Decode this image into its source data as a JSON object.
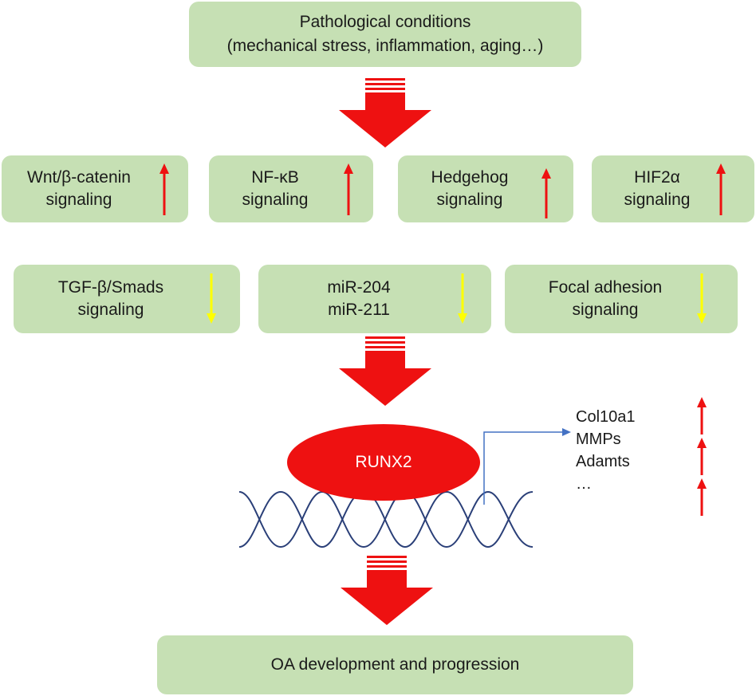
{
  "top": {
    "line1": "Pathological conditions",
    "line2": "(mechanical stress, inflammation, aging…)"
  },
  "upregulated": [
    {
      "line1": "Wnt/β-catenin",
      "line2": "signaling"
    },
    {
      "line1": "NF-κB",
      "line2": "signaling"
    },
    {
      "line1": "Hedgehog",
      "line2": "signaling"
    },
    {
      "line1": "HIF2α",
      "line2": "signaling"
    }
  ],
  "downregulated": [
    {
      "line1": "TGF-β/Smads",
      "line2": "signaling"
    },
    {
      "line1": "miR-204",
      "line2": "miR-211"
    },
    {
      "line1": "Focal adhesion",
      "line2": "signaling"
    }
  ],
  "center": {
    "label": "RUNX2"
  },
  "targets": [
    "Col10a1",
    "MMPs",
    "Adamts",
    "…"
  ],
  "bottom": {
    "label": "OA development and progression"
  },
  "colors": {
    "box_fill": "#c6e0b4",
    "up_arrow": "#ee1111",
    "down_arrow": "#ffff00",
    "big_arrow": "#ee1111",
    "runx2": "#ee1111",
    "dna": "#2a3f78",
    "target_arrow": "#4472c4"
  }
}
